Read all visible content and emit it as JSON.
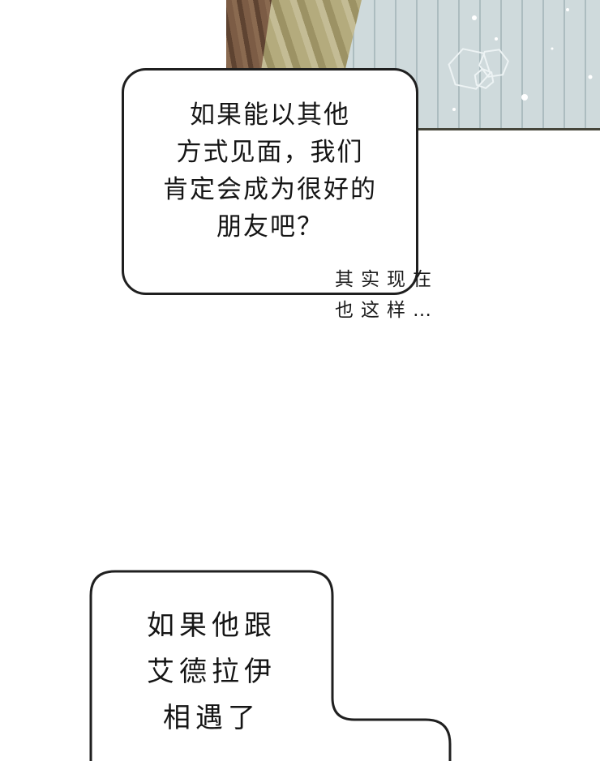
{
  "page": {
    "background": "#ffffff"
  },
  "panel": {
    "colors": {
      "sky": "#cfdadc",
      "sky_line": "#8a9ea3",
      "olive": "#b4ab7d",
      "olive_stripe_dark": "#9c9264",
      "olive_stripe_light": "#c4bc95",
      "brown": "#7c5c45",
      "brown_stripe": "#5e4331",
      "bottom_border": "#45453a",
      "hexagon_stroke": "#edf3f4",
      "dot": "#ffffff"
    }
  },
  "bubble_top": {
    "border_color": "#1f1f1f",
    "lines": [
      "如果能以其他",
      "方式见面，我们",
      "肯定会成为很好的",
      "朋友吧？"
    ]
  },
  "aside": {
    "lines": [
      "其实现在",
      "也这样…"
    ]
  },
  "bubble_bottom": {
    "border_color": "#1f1f1f",
    "lines": [
      "如果他跟",
      "艾德拉伊",
      "相遇了"
    ]
  }
}
